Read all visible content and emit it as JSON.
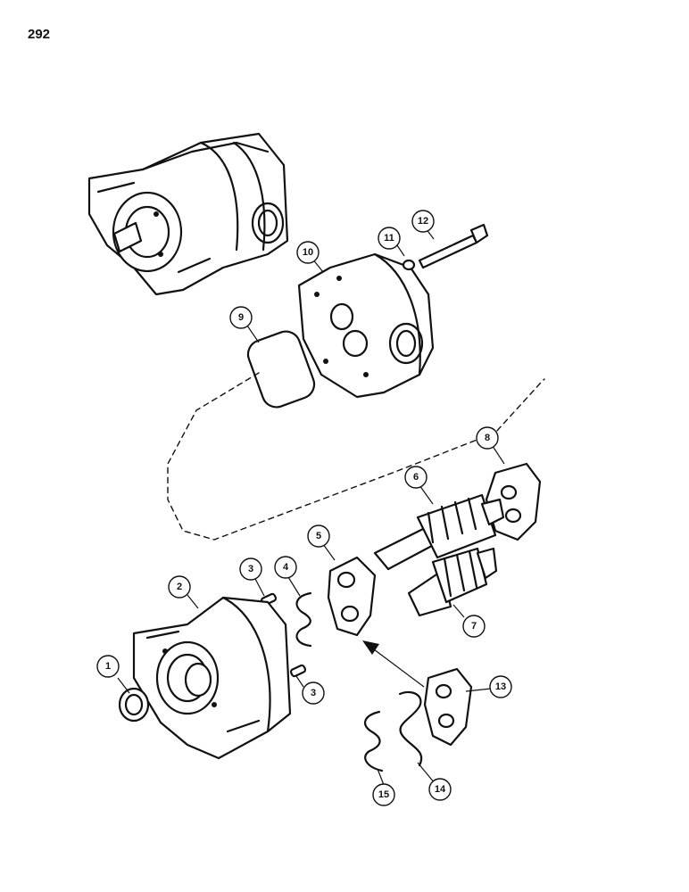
{
  "page": {
    "number": "292"
  },
  "callouts": [
    {
      "id": "c1",
      "label": "1"
    },
    {
      "id": "c2",
      "label": "2"
    },
    {
      "id": "c3a",
      "label": "3"
    },
    {
      "id": "c3b",
      "label": "3"
    },
    {
      "id": "c4",
      "label": "4"
    },
    {
      "id": "c5",
      "label": "5"
    },
    {
      "id": "c6",
      "label": "6"
    },
    {
      "id": "c7",
      "label": "7"
    },
    {
      "id": "c8",
      "label": "8"
    },
    {
      "id": "c9",
      "label": "9"
    },
    {
      "id": "c10",
      "label": "10"
    },
    {
      "id": "c11",
      "label": "11"
    },
    {
      "id": "c12",
      "label": "12"
    },
    {
      "id": "c13",
      "label": "13"
    },
    {
      "id": "c14",
      "label": "14"
    },
    {
      "id": "c15",
      "label": "15"
    }
  ]
}
